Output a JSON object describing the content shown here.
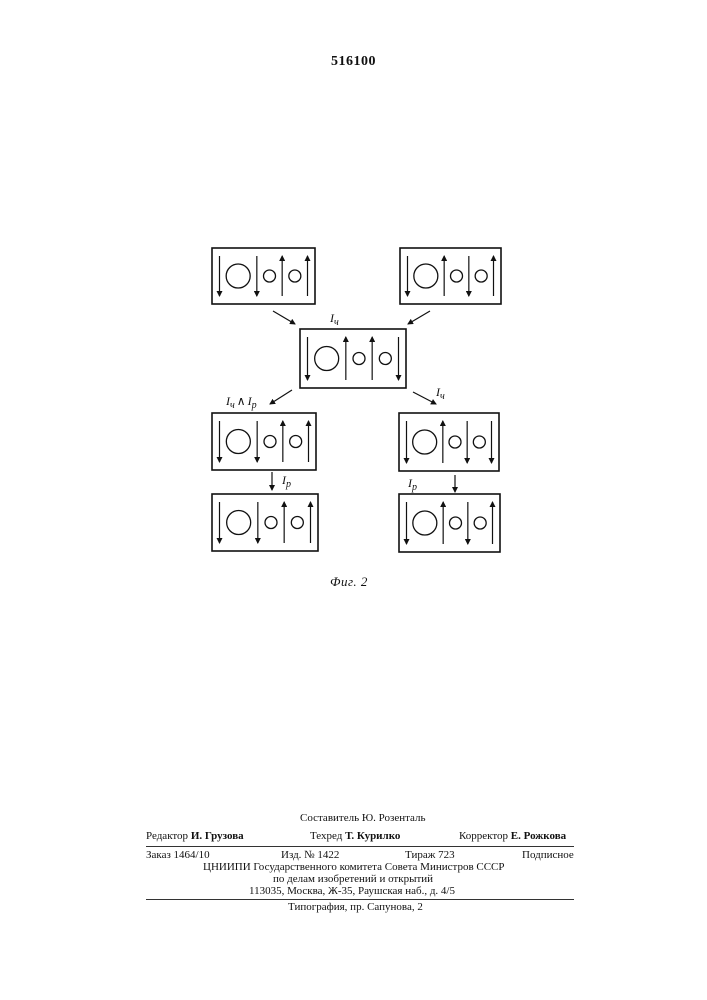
{
  "header": {
    "patent_number": "516100"
  },
  "figure": {
    "caption": "Фиг. 2",
    "labels": {
      "center_top": "I",
      "center_top_sub": "ч",
      "left_arrow": "I",
      "left_arrow_sub": "ч",
      "left_arrow_and": "∧",
      "left_arrow_b": "I",
      "left_arrow_b_sub": "р",
      "right_arrow": "I",
      "right_arrow_sub": "ч",
      "left_down": "I",
      "left_down_sub": "р",
      "right_down": "I",
      "right_down_sub": "р"
    }
  },
  "footer": {
    "compiler": "Составитель Ю. Розенталь",
    "editor_label": "Редактор",
    "editor_name": "И. Грузова",
    "techred_label": "Техред",
    "techred_name": "Т. Курилко",
    "corrector_label": "Корректор",
    "corrector_name": "Е. Рожкова",
    "order": "Заказ 1464/10",
    "izd": "Изд. № 1422",
    "tirazh": "Тираж 723",
    "podpisnoe": "Подписное",
    "org_line1": "ЦНИИПИ Государственного комитета Совета Министров СССР",
    "org_line2": "по делам изобретений и открытий",
    "address": "113035, Москва, Ж-35, Раушская наб., д. 4/5",
    "typography": "Типография, пр. Сапунова, 2"
  }
}
